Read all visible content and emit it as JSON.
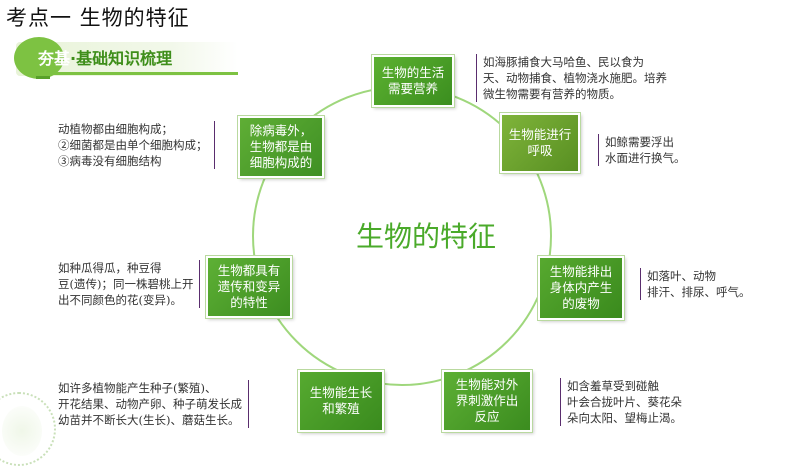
{
  "page_title": "考点一 生物的特征",
  "banner": {
    "highlight": "夯基",
    "separator": "·",
    "text": "基础知识梳理"
  },
  "center_title": "生物的特征",
  "nodes": [
    {
      "label": "生物的生活需要营养"
    },
    {
      "label": "生物能进行呼吸"
    },
    {
      "label": "除病毒外，生物都是由细胞构成的"
    },
    {
      "label": "生物能排出身体内产生的废物"
    },
    {
      "label": "生物都具有遗传和变异的特性"
    },
    {
      "label": "生物能生长和繁殖"
    },
    {
      "label": "生物能对外界刺激作出反应"
    }
  ],
  "notes": {
    "nutrition": [
      "如海豚捕食大马哈鱼、民以食为",
      "天、动物捕食、植物浇水施肥。培养",
      "微生物需要有营养的物质。"
    ],
    "respiration": [
      "如鲸需要浮出",
      "水面进行换气。"
    ],
    "cells": [
      "动植物都由细胞构成；",
      "②细菌都是由单个细胞构成；",
      "③病毒没有细胞结构"
    ],
    "excretion": [
      "如落叶、动物",
      "排汗、排尿、呼气。"
    ],
    "heredity": [
      "如种瓜得瓜，种豆得",
      "豆(遗传)；同一株碧桃上开",
      "出不同颜色的花(变异)。"
    ],
    "growth": [
      "如许多植物能产生种子(繁殖)、",
      "开花结果、动物产卵、种子萌发长成",
      "幼苗并不断长大(生长)、蘑菇生长。"
    ],
    "response": [
      "如含羞草受到碰触",
      "叶会合拢叶片、葵花朵",
      "朵向太阳、望梅止渴。"
    ]
  },
  "colors": {
    "accent": "#4aaa2a",
    "node_green": "#4f9e2a",
    "circle": "#9fd77c",
    "note_bar": "#5a2d6e"
  }
}
